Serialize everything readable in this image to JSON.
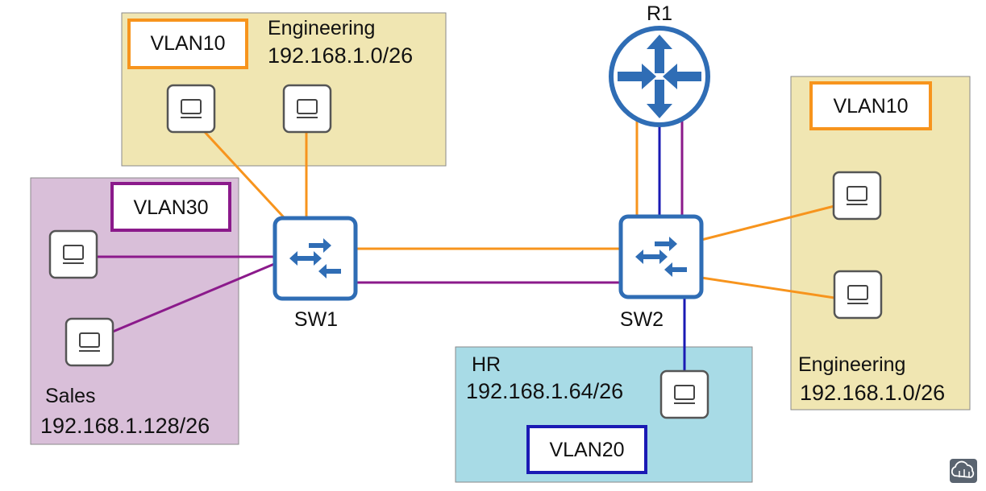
{
  "zones": {
    "eng_left": {
      "name": "Engineering",
      "subnet": "192.168.1.0/26",
      "vlan": "VLAN10"
    },
    "sales": {
      "name": "Sales",
      "subnet": "192.168.1.128/26",
      "vlan": "VLAN30"
    },
    "hr": {
      "name": "HR",
      "subnet": "192.168.1.64/26",
      "vlan": "VLAN20"
    },
    "eng_right": {
      "name": "Engineering",
      "subnet": "192.168.1.0/26",
      "vlan": "VLAN10"
    }
  },
  "devices": {
    "router": "R1",
    "switch1": "SW1",
    "switch2": "SW2"
  },
  "colors": {
    "vlan10": "#f7941d",
    "vlan20": "#1a1ab4",
    "vlan30": "#8b1a8b",
    "engineering_fill": "#f0e6b2",
    "sales_fill": "#d9bfd9",
    "hr_fill": "#a8dbe6",
    "device_blue": "#2f6db5",
    "pc_outline": "#555555"
  },
  "icons": {
    "router": "router-icon",
    "switch": "switch-icon",
    "pc": "pc-icon",
    "logo": "cloud-logo-icon"
  }
}
